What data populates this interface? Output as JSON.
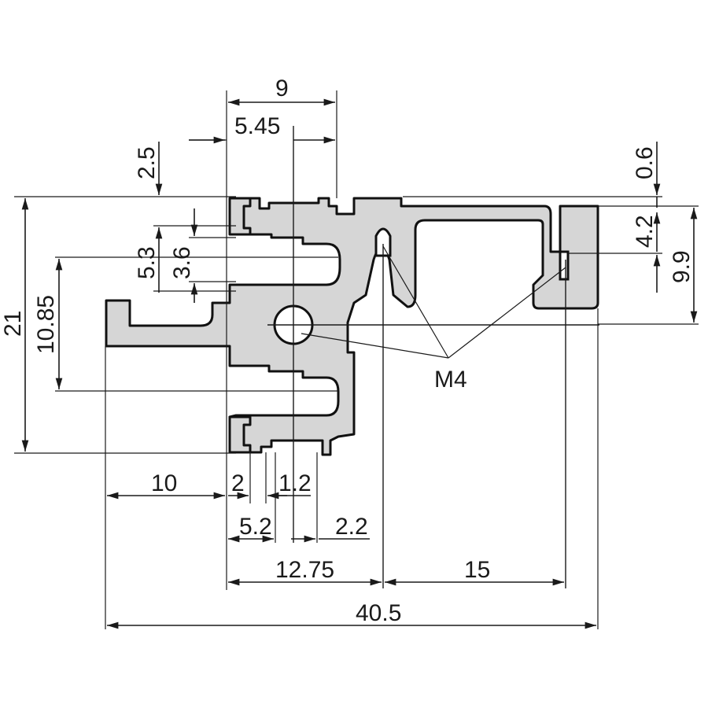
{
  "dimensions": {
    "d9": "9",
    "d5_45": "5.45",
    "d2_5": "2.5",
    "d5_3": "5.3",
    "d3_6": "3.6",
    "d21": "21",
    "d10_85": "10.85",
    "d0_6": "0.6",
    "d4_2": "4.2",
    "d9_9": "9.9",
    "d10": "10",
    "d2": "2",
    "d1_2": "1.2",
    "d5_2": "5.2",
    "d2_2": "2.2",
    "d12_75": "12.75",
    "d15": "15",
    "d40_5": "40.5"
  },
  "callout": {
    "thread": "M4"
  },
  "colors": {
    "profile_fill": "#d6d6d6",
    "line": "#1a1a1a"
  }
}
